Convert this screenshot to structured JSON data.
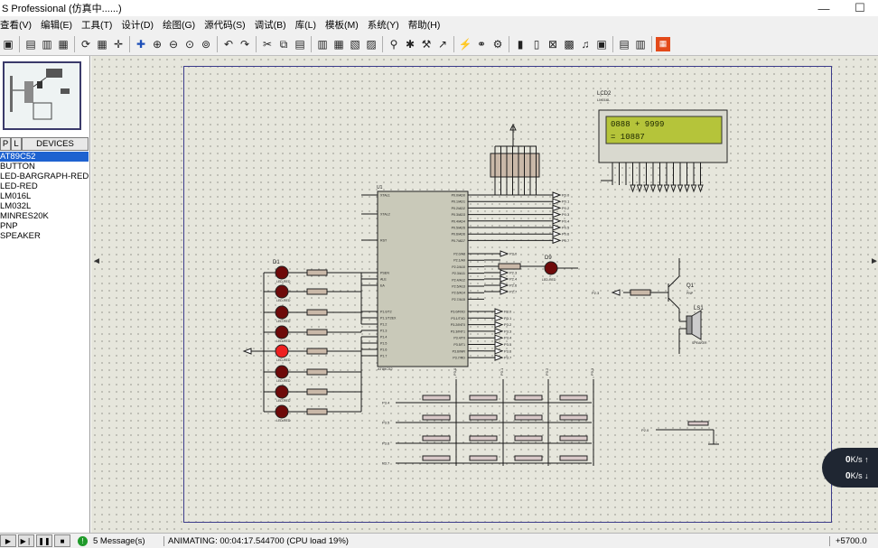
{
  "window": {
    "title": "S Professional (仿真中......)",
    "minimize": "—",
    "maximize": "☐"
  },
  "menu": [
    "查看(V)",
    "编辑(E)",
    "工具(T)",
    "设计(D)",
    "绘图(G)",
    "源代码(S)",
    "调试(B)",
    "库(L)",
    "模板(M)",
    "系统(Y)",
    "帮助(H)"
  ],
  "toolbar": {
    "icons": [
      "save-icon",
      "open-icon",
      "print-icon",
      "area-icon",
      "refresh-icon",
      "grid-icon",
      "origin-icon",
      "pan-icon",
      "zoom-in-icon",
      "zoom-out-icon",
      "zoom-all-icon",
      "zoom-area-icon",
      "undo-icon",
      "redo-icon",
      "cut-icon",
      "copy-icon",
      "paste-icon",
      "block-copy-icon",
      "block-move-icon",
      "block-rotate-icon",
      "block-delete-icon",
      "pick-icon",
      "make-device-icon",
      "decompose-icon",
      "package-icon",
      "wire-autoroute-icon",
      "search-icon",
      "property-icon",
      "netlist-icon",
      "bom-icon",
      "design-explorer-icon",
      "new-sheet-icon",
      "remove-sheet-icon",
      "exit-to-parent-icon",
      "electrical-check-icon",
      "netlist-ares-icon"
    ]
  },
  "devices": {
    "tab_p": "P",
    "tab_l": "L",
    "header": "DEVICES",
    "items": [
      "AT89C52",
      "BUTTON",
      "LED-BARGRAPH-RED",
      "LED-RED",
      "LM016L",
      "LM032L",
      "MINRES20K",
      "PNP",
      "SPEAKER"
    ],
    "selected": 0
  },
  "lcd": {
    "label": "LCD2",
    "model": "LM016L",
    "line1": "0888 + 9999",
    "line2": "=        10887"
  },
  "mcu": {
    "ref": "U1",
    "part": "AT89C52",
    "left_pins": [
      "XTAL1",
      "XTAL2",
      "RST",
      "PSEN",
      "ALE",
      "EA",
      "P1.0/T2",
      "P1.1/T2EX",
      "P1.2",
      "P1.3",
      "P1.4",
      "P1.5",
      "P1.6",
      "P1.7"
    ],
    "right_pins": [
      "P0.0/AD0",
      "P0.1/AD1",
      "P0.2/AD2",
      "P0.3/AD3",
      "P0.4/AD4",
      "P0.5/AD5",
      "P0.6/AD6",
      "P0.7/AD7",
      "P2.0/A8",
      "P2.1/A9",
      "P2.2/A10",
      "P2.3/A11",
      "P2.4/A12",
      "P2.5/A13",
      "P2.6/A14",
      "P2.7/A15",
      "P3.0/RXD",
      "P3.1/TXD",
      "P3.2/INT0",
      "P3.3/INT1",
      "P3.4/T0",
      "P3.5/T1",
      "P3.6/WR",
      "P3.7/RD"
    ]
  },
  "p0_labels": [
    "P0.0",
    "P0.1",
    "P0.2",
    "P0.3",
    "P0.4",
    "P0.5",
    "P0.6",
    "P0.7"
  ],
  "p2_labels": [
    "P2.0",
    "",
    "P2.3",
    "P2.4",
    "P2.6",
    "P2.7"
  ],
  "p3_labels": [
    "P3.0",
    "P3.1",
    "P3.2",
    "P3.3",
    "P3.4",
    "P3.5",
    "P3.6",
    "P3.7"
  ],
  "leds": {
    "ref": "D1",
    "part": "LED-RED",
    "lit": [
      false,
      false,
      false,
      false,
      true,
      false,
      false,
      false
    ]
  },
  "d9": {
    "ref": "D9",
    "part": "LED-RED"
  },
  "transistor": {
    "ref": "Q1",
    "part": "PNP",
    "in_label": "P2.3"
  },
  "speaker": {
    "ref": "LS1",
    "part": "SPEAKER"
  },
  "keypad": {
    "row_labels": [
      "P3.4",
      "P3.5",
      "P3.6",
      "P3.7"
    ],
    "col_labels": [
      "P3.0",
      "P3.1",
      "P3.2",
      "P3.3"
    ]
  },
  "button_label": "P2.0",
  "speed": {
    "up": "0",
    "down": "0",
    "unit": "K/s"
  },
  "status": {
    "messages": "5 Message(s)",
    "animating": "ANIMATING: 00:04:17.544700 (CPU load 19%)",
    "coord": "+5700.0"
  }
}
